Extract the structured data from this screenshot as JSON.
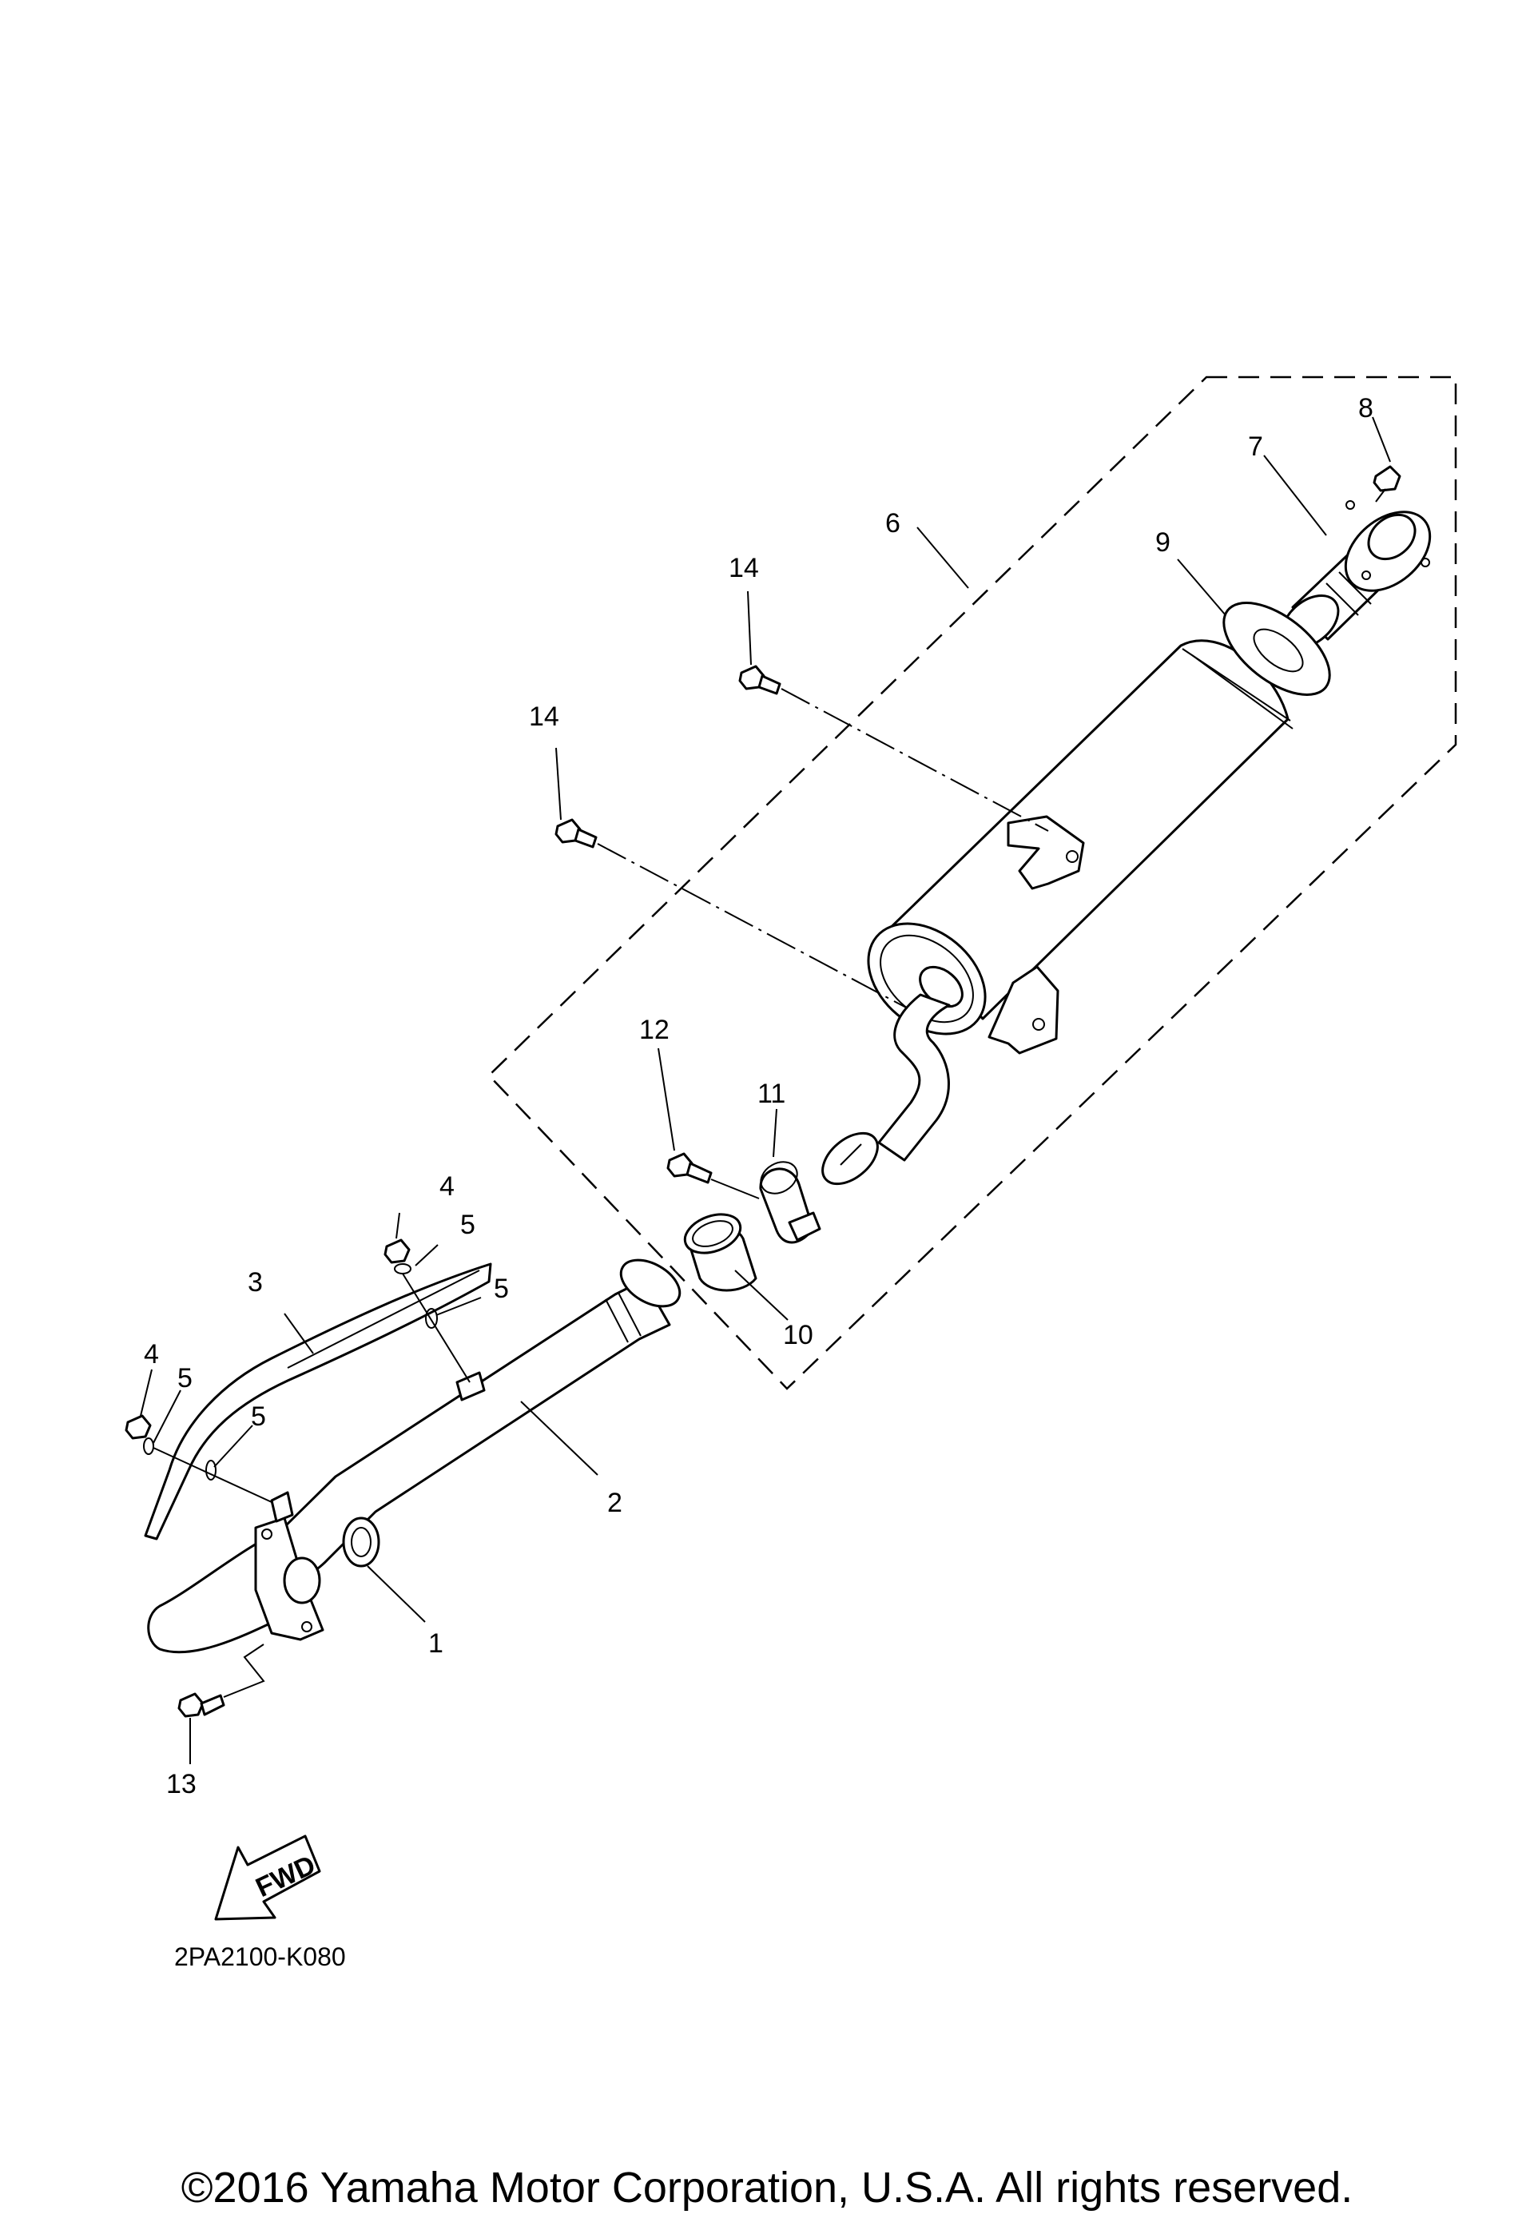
{
  "diagram": {
    "callouts": [
      "1",
      "2",
      "3",
      "4",
      "4",
      "5",
      "5",
      "5",
      "5",
      "6",
      "7",
      "8",
      "9",
      "10",
      "11",
      "12",
      "13",
      "14",
      "14"
    ],
    "direction_marker": "FWD",
    "diagram_code": "2PA2100-K080",
    "copyright": "©2016 Yamaha Motor Corporation, U.S.A. All rights reserved."
  }
}
